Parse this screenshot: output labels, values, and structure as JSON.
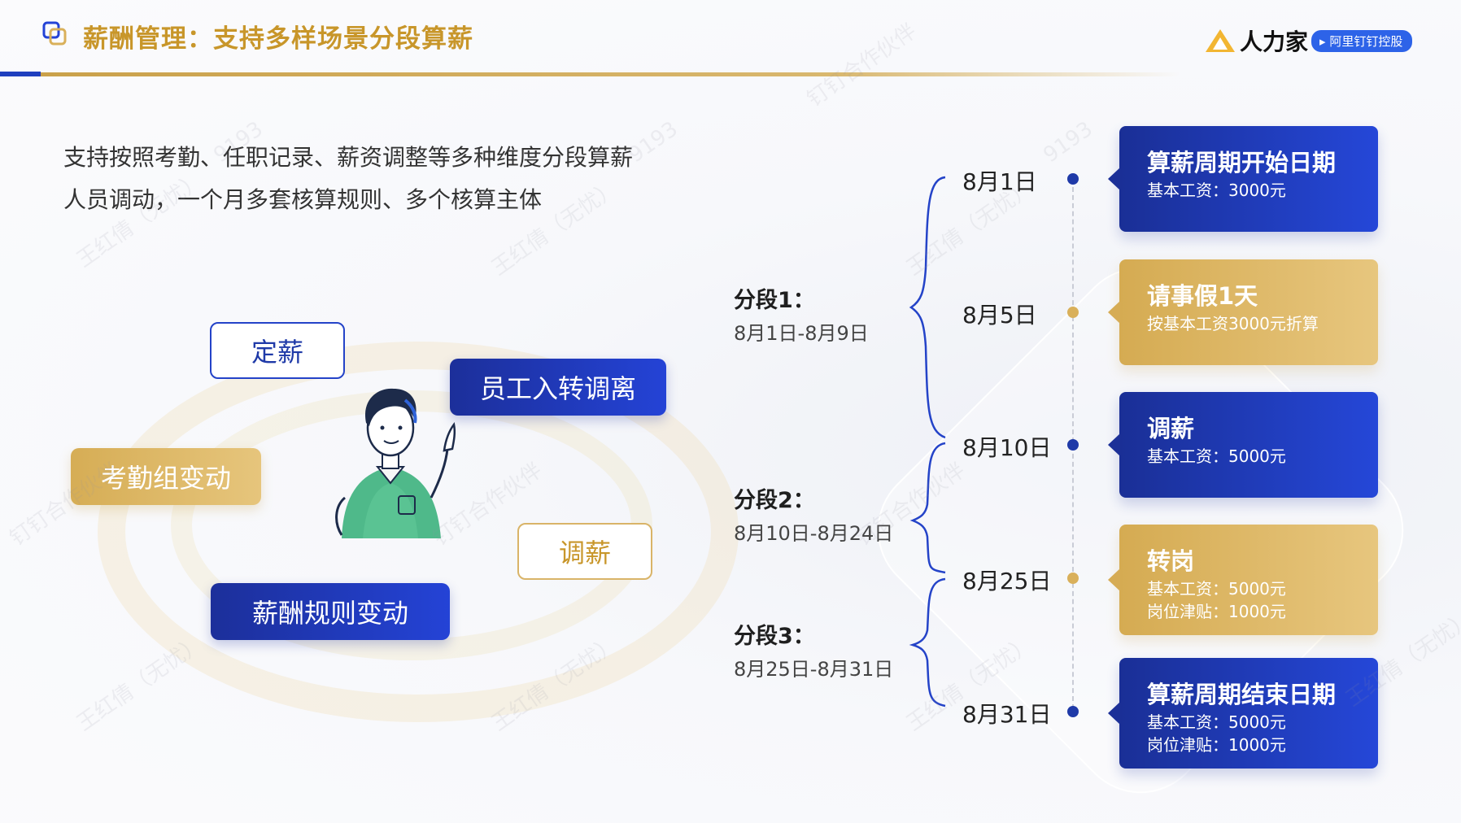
{
  "header": {
    "title": "薪酬管理：支持多样场景分段算薪",
    "logo_text": "人力家",
    "logo_badge": "阿里钉钉控股"
  },
  "description": [
    "支持按照考勤、任职记录、薪资调整等多种维度分段算薪",
    "人员调动，一个月多套核算规则、多个核算主体"
  ],
  "tags": {
    "dingxin": "定薪",
    "onboarding": "员工入转调离",
    "attendance": "考勤组变动",
    "adjust": "调薪",
    "rule_change": "薪酬规则变动"
  },
  "segments": [
    {
      "title": "分段1：",
      "range": "8月1日-8月9日"
    },
    {
      "title": "分段2：",
      "range": "8月10日-8月24日"
    },
    {
      "title": "分段3：",
      "range": "8月25日-8月31日"
    }
  ],
  "timeline": [
    {
      "date": "8月1日",
      "color": "#1f3aa8",
      "title": "算薪周期开始日期",
      "lines": [
        "基本工资：3000元"
      ],
      "style": "blue"
    },
    {
      "date": "8月5日",
      "color": "#d9b05a",
      "title": "请事假1天",
      "lines": [
        "按基本工资3000元折算"
      ],
      "style": "gold"
    },
    {
      "date": "8月10日",
      "color": "#1f3aa8",
      "title": "调薪",
      "lines": [
        "基本工资：5000元"
      ],
      "style": "blue"
    },
    {
      "date": "8月25日",
      "color": "#d9b05a",
      "title": "转岗",
      "lines": [
        "基本工资：5000元",
        "岗位津贴：1000元"
      ],
      "style": "gold"
    },
    {
      "date": "8月31日",
      "color": "#1f3aa8",
      "title": "算薪周期结束日期",
      "lines": [
        "基本工资：5000元",
        "岗位津贴：1000元"
      ],
      "style": "blue"
    }
  ],
  "watermarks": [
    "王红倩（无忧）",
    "9193",
    "钉钉合作伙伴"
  ],
  "colors": {
    "brand_blue": "#2443d6",
    "brand_gold": "#d9b05a",
    "title_gold": "#c8962a"
  }
}
